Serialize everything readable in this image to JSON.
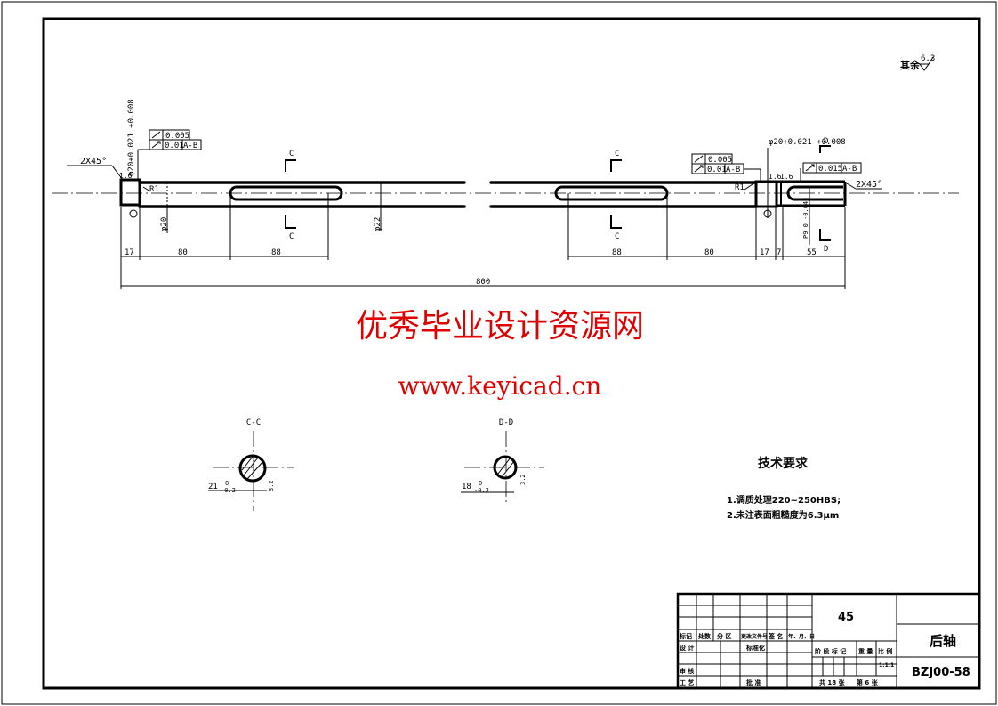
{
  "drawing": {
    "surface_finish_note": {
      "label": "其余",
      "value": "6.3"
    },
    "left_end": {
      "chamfer": "2X45°",
      "roughness": "1.6",
      "diameter_tol": "φ20+0.021 +0.008",
      "diameter": "φ20",
      "radius": "R1",
      "datum": "A",
      "gdt": [
        {
          "symbol": "cylindricity",
          "value": "0.005",
          "datum": ""
        },
        {
          "symbol": "runout",
          "value": "0.01",
          "datum": "A-B"
        }
      ]
    },
    "middle": {
      "diameter": "φ22"
    },
    "right_end": {
      "chamfer": "2X45°",
      "roughness_1": "1.6",
      "roughness_2": "1.6",
      "diameter_tol": "φ20+0.021 +0.008",
      "keyway_tol": "P9 0 -0.043",
      "radius": "R1",
      "datum": "B",
      "gdt_left": [
        {
          "symbol": "cylindricity",
          "value": "0.005",
          "datum": ""
        },
        {
          "symbol": "runout",
          "value": "0.01",
          "datum": "A-B"
        }
      ],
      "gdt_right": {
        "symbol": "runout",
        "value": "0.015",
        "datum": "A-B"
      }
    },
    "section_marks": {
      "c": "C",
      "d": "D"
    },
    "dimensions": {
      "left": [
        "17",
        "80",
        "88"
      ],
      "right": [
        "88",
        "80",
        "17",
        "7",
        "55"
      ],
      "overall": "800"
    },
    "sections": [
      {
        "title": "C-C",
        "dim": "21",
        "tol_upper": "0",
        "tol_lower": "-0.2",
        "roughness": "3.2"
      },
      {
        "title": "D-D",
        "dim": "18",
        "tol_upper": "0",
        "tol_lower": "-0.2",
        "roughness": "3.2"
      }
    ]
  },
  "watermark": {
    "title": "优秀毕业设计资源网",
    "url": "www.keyicad.cn",
    "color": "#e00000"
  },
  "technical_requirements": {
    "title": "技术要求",
    "items": [
      "1.调质处理220~250HBS;",
      "2.未注表面粗糙度为6.3μm"
    ]
  },
  "title_block": {
    "material": "45",
    "part_name": "后轴",
    "drawing_number": "BZJ00-58",
    "scale": "1:1.1",
    "headers": [
      "标记",
      "处数",
      "分 区",
      "更改文件号",
      "签 名",
      "年、月、日"
    ],
    "rows": [
      "设 计",
      "审 核",
      "工 艺"
    ],
    "standardize": "标准化",
    "approve": "批 准",
    "stage_mark": "阶 段 标 记",
    "weight": "重 量",
    "scale_label": "比 例",
    "sheets": "共 18 张",
    "sheet_no": "第 6 张"
  }
}
